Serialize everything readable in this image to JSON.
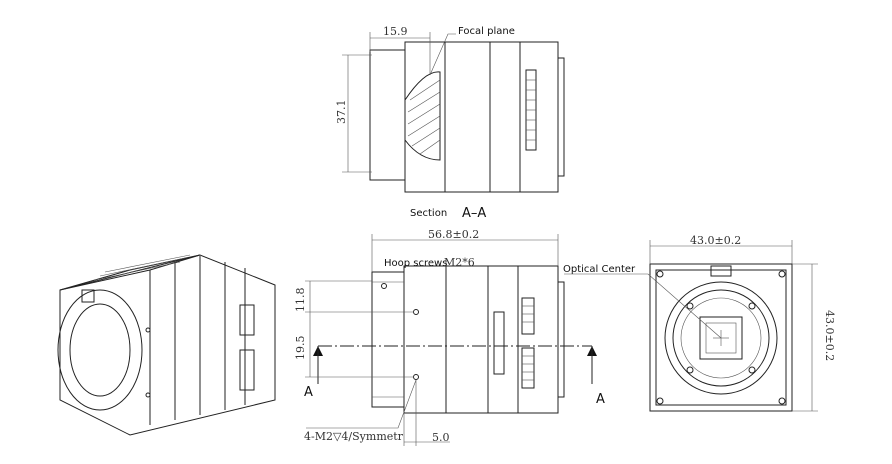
{
  "section_view": {
    "dim_top": "15.9",
    "dim_height": "37.1",
    "focal_plane_label": "Focal plane",
    "section_label": "Section",
    "section_mark": "A–A"
  },
  "side_view": {
    "dim_length": "56.8±0.2",
    "hoop_screws_label": "Hoop screws",
    "hoop_screws_spec": "M2*6",
    "dim_11_8": "11.8",
    "dim_19_5": "19.5",
    "section_mark_left": "A",
    "section_mark_right": "A",
    "screw_note": "4-M2▽4/Symmetr",
    "dim_5_0": "5.0"
  },
  "front_view": {
    "dim_width": "43.0±0.2",
    "dim_height": "43.0±0.2",
    "optical_center_label": "Optical Center"
  }
}
